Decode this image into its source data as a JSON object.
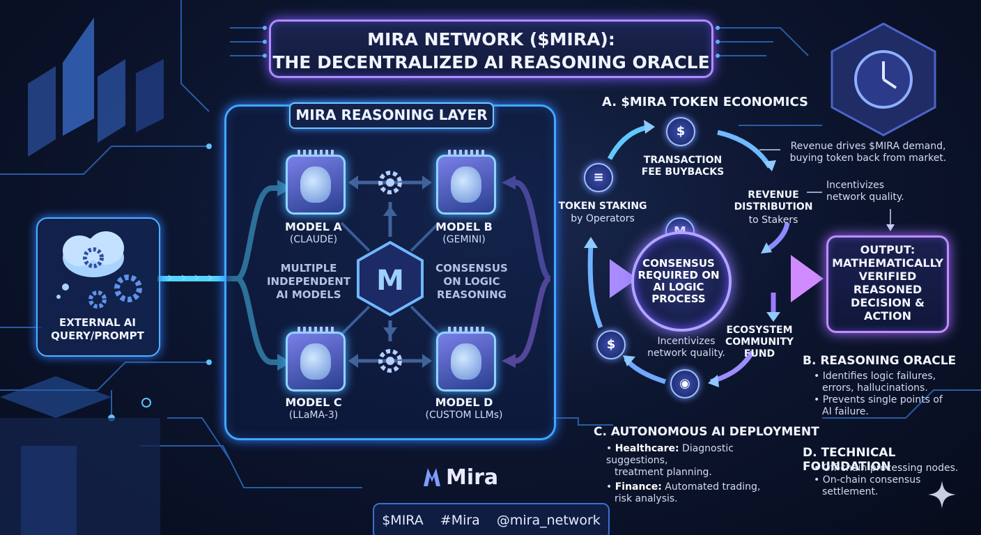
{
  "title": {
    "line1": "MIRA NETWORK ($MIRA):",
    "line2": "THE DECENTRALIZED AI REASONING ORACLE"
  },
  "reasoning_layer": {
    "label": "MIRA REASONING LAYER",
    "left_caption": [
      "MULTIPLE",
      "INDEPENDENT",
      "AI MODELS"
    ],
    "right_caption": [
      "CONSENSUS",
      "ON LOGIC",
      "REASONING"
    ],
    "center_logo": "M",
    "models": [
      {
        "name": "MODEL A",
        "sub": "(CLAUDE)"
      },
      {
        "name": "MODEL B",
        "sub": "(GEMINI)"
      },
      {
        "name": "MODEL C",
        "sub": "(LLaMA-3)"
      },
      {
        "name": "MODEL D",
        "sub": "(CUSTOM LLMs)"
      }
    ]
  },
  "external": {
    "label_line1": "EXTERNAL AI",
    "label_line2": "QUERY/PROMPT",
    "arrows": "› › › ›"
  },
  "token_economics": {
    "title": "A. $MIRA TOKEN ECONOMICS",
    "coin_symbol": "$",
    "m_symbol": "M",
    "fee_buybacks": [
      "TRANSACTION",
      "FEE BUYBACKS"
    ],
    "revenue_distribution": [
      "REVENUE",
      "DISTRIBUTION"
    ],
    "revenue_sub": "to Stakers",
    "token_staking": "TOKEN STAKING",
    "staking_sub": "by Operators",
    "consensus": [
      "CONSENSUS",
      "REQUIRED ON",
      "AI LOGIC",
      "PROCESS"
    ],
    "ecosystem": [
      "ECOSYSTEM",
      "COMMUNITY",
      "FUND"
    ],
    "incentivizes_left": [
      "Incentivizes",
      "network quality."
    ],
    "revenue_note": [
      "Revenue drives $MIRA demand,",
      "buying token back from market."
    ],
    "incentivizes_right": [
      "Incentivizes",
      "network quality."
    ]
  },
  "output": {
    "lines": [
      "OUTPUT:",
      "MATHEMATICALLY",
      "VERIFIED",
      "REASONED",
      "DECISION &",
      "ACTION"
    ]
  },
  "reasoning_oracle": {
    "title": "B. REASONING ORACLE",
    "bullets": [
      {
        "l1": "• Identifies logic failures,",
        "l2": "errors, hallucinations."
      },
      {
        "l1": "• Prevents single points of",
        "l2": "AI failure."
      }
    ]
  },
  "deployment": {
    "title": "C. AUTONOMOUS AI DEPLOYMENT",
    "bullets": [
      {
        "bold": "Healthcare:",
        "rest": " Diagnostic suggestions,",
        "l2": "treatment planning."
      },
      {
        "bold": "Finance:",
        "rest": " Automated trading,",
        "l2": "risk analysis."
      }
    ]
  },
  "technical": {
    "title": "D. TECHNICAL FOUNDATION",
    "bullets": [
      {
        "l1": "• Off-chain processing nodes.",
        "l2": ""
      },
      {
        "l1": "• On-chain consensus",
        "l2": "settlement."
      }
    ]
  },
  "brand": {
    "name": "Mira"
  },
  "tags": [
    "$MIRA",
    "#Mira",
    "@mira_network"
  ],
  "colors": {
    "accent_blue": "#3fa9ff",
    "accent_purple": "#b48cff",
    "background": "#0a1124"
  }
}
